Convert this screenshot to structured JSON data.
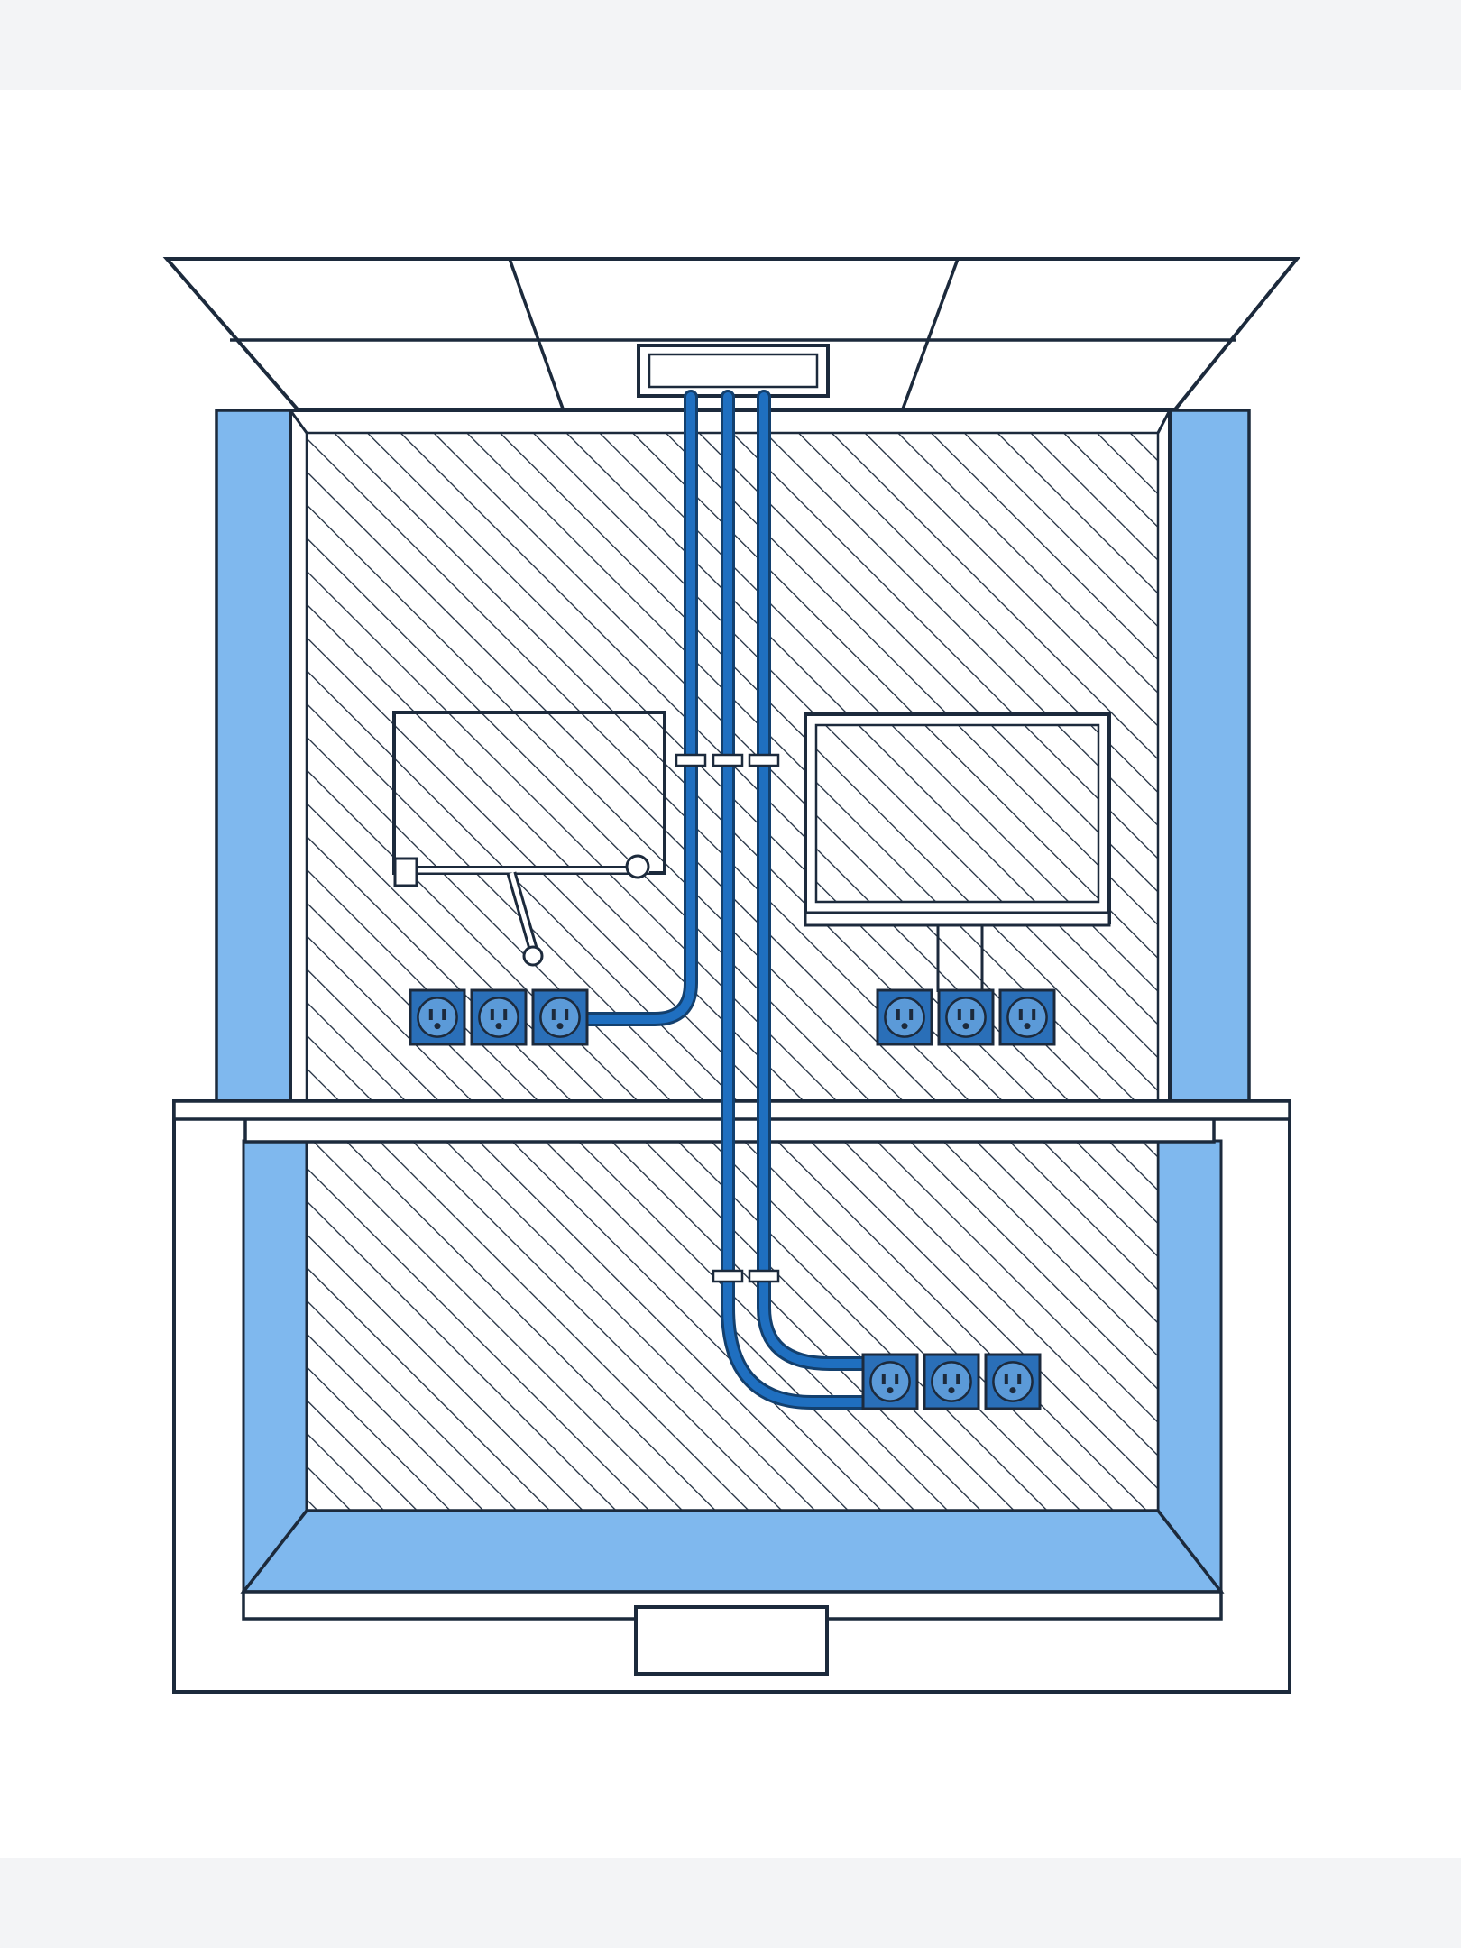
{
  "diagram": {
    "kind": "wall cutaway illustration with conduit routing and outlet boxes",
    "text_labels": [],
    "colors": {
      "outline": "#1c2a3c",
      "conduit": "#1f6fc0",
      "conduit_edge": "#13406e",
      "side_panel": "#7fb8ee",
      "floor_panel": "#7fb8ee",
      "outlet_fill": "#2a6fb8",
      "hatch": "#1c2a3c",
      "background": "#ffffff"
    },
    "outlet_groups": [
      {
        "name": "left-wall-outlets",
        "count": 3
      },
      {
        "name": "right-wall-outlets",
        "count": 3
      },
      {
        "name": "lower-wall-outlets",
        "count": 3
      }
    ],
    "mounted_items": [
      "panel-with-bracket",
      "wall-mounted-monitor"
    ],
    "conduit_runs": 3
  }
}
